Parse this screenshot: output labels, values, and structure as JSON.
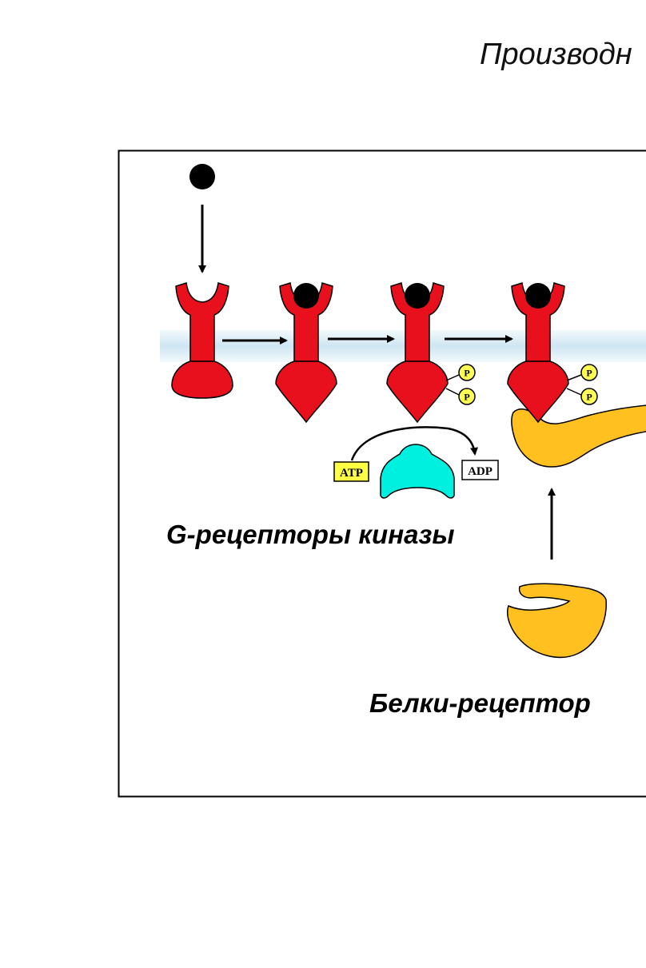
{
  "heading": "Производн",
  "labels": {
    "g_receptor_kinases": "G-рецепторы киназы",
    "protein_receptors": "Белки-рецептор"
  },
  "molecules": {
    "atp": "ATP",
    "adp": "ADP",
    "phosphate": "P"
  },
  "colors": {
    "receptor": "#e8101c",
    "ligand": "#000000",
    "membrane": "#cfe6f2",
    "kinase": "#00f0e0",
    "arrestin": "#ffc020",
    "phosphate": "#ffff55",
    "atp_box": "#ffff44",
    "adp_box": "#ffffff"
  }
}
